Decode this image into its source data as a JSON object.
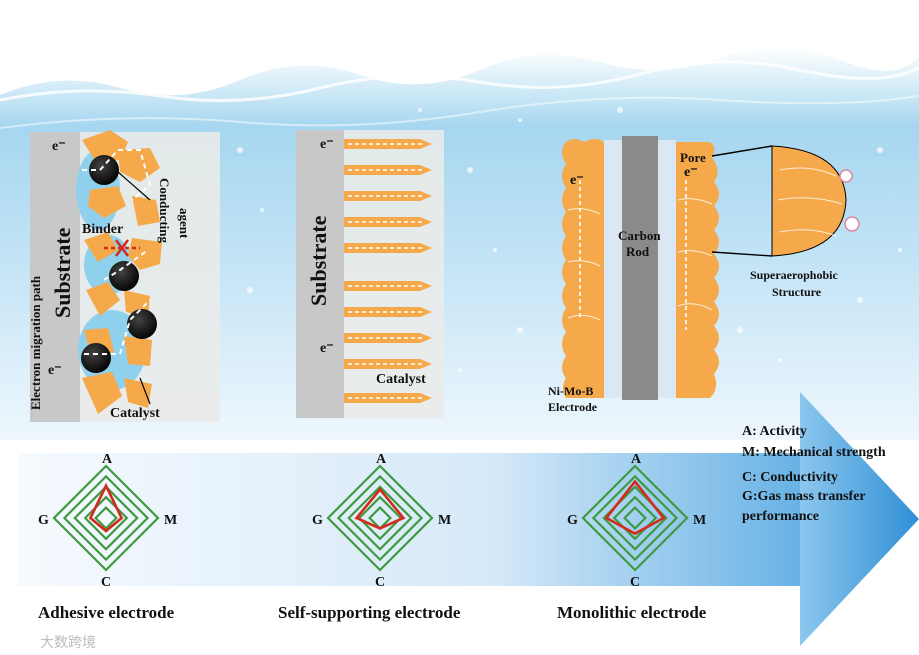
{
  "panels": {
    "adhesive": {
      "substrate": "Substrate",
      "electron": "e⁻",
      "binder": "Binder",
      "conducting_agent_1": "Conducting",
      "conducting_agent_2": "agent",
      "migration_path": "Electron migration path",
      "catalyst": "Catalyst",
      "blocked_mark": "X"
    },
    "self_supporting": {
      "substrate": "Substrate",
      "electron": "e⁻",
      "catalyst": "Catalyst"
    },
    "monolithic": {
      "electron": "e⁻",
      "pore": "Pore",
      "carbon_rod_1": "Carbon",
      "carbon_rod_2": "Rod",
      "electrode_1": "Ni-Mo-B",
      "electrode_2": "Electrode",
      "superaerophobic_1": "Superaerophobic",
      "superaerophobic_2": "Structure"
    }
  },
  "radar": {
    "axes": [
      "A",
      "M",
      "C",
      "G"
    ],
    "outer_color": "#3f9a3f",
    "highlight_color": "#d42a1e"
  },
  "legend": [
    "A: Activity",
    "M: Mechanical strength",
    "C: Conductivity",
    "G:Gas mass transfer",
    " performance"
  ],
  "captions": {
    "adhesive": "Adhesive electrode",
    "self_supporting": "Self-supporting electrode",
    "monolithic": "Monolithic electrode"
  },
  "watermark": "大数跨境",
  "colors": {
    "catalyst": "#f5a94a",
    "substrate": "#c8c8c8",
    "binder": "#8fd0ec",
    "carbon_rod": "#8a8a8a",
    "arrow_band": "#4aa3e0"
  }
}
